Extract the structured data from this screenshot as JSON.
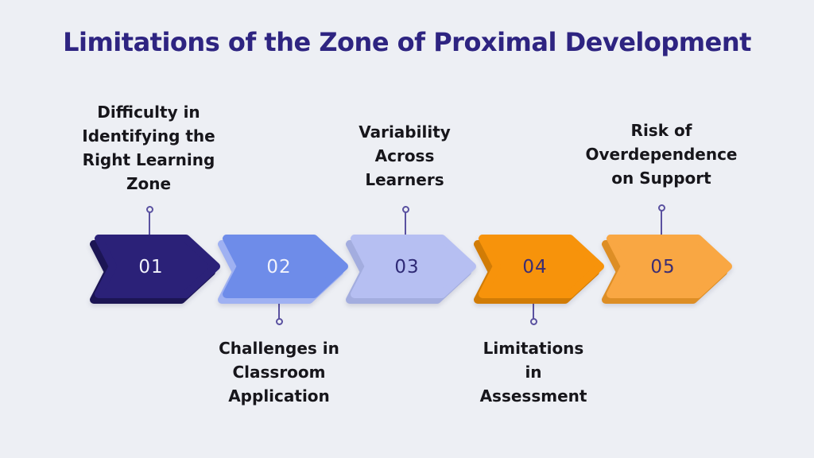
{
  "title": "Limitations of the Zone of Proximal Development",
  "colors": {
    "background": "#edeff4",
    "title": "#2e2481",
    "label_text": "#17161b",
    "connector": "#5a51a0"
  },
  "steps": [
    {
      "number": "01",
      "label": "Difficulty in\nIdentifying the\nRight Learning\nZone",
      "label_position": "above",
      "fill": "#2b2178",
      "shade": "#1c1554",
      "number_color": "#f2f3fc"
    },
    {
      "number": "02",
      "label": "Challenges in\nClassroom\nApplication",
      "label_position": "below",
      "fill": "#6e8ce9",
      "shade": "#9fb1f2",
      "number_color": "#f2f3fc"
    },
    {
      "number": "03",
      "label": "Variability\nAcross\nLearners",
      "label_position": "above",
      "fill": "#b6bff2",
      "shade": "#a3addf",
      "number_color": "#2f2a76"
    },
    {
      "number": "04",
      "label": "Limitations\nin\nAssessment",
      "label_position": "below",
      "fill": "#f7930b",
      "shade": "#d17c06",
      "number_color": "#3b2d73"
    },
    {
      "number": "05",
      "label": "Risk of\nOverdependence\non Support",
      "label_position": "above",
      "fill": "#f9a743",
      "shade": "#dd8e26",
      "number_color": "#3b2d73"
    }
  ]
}
